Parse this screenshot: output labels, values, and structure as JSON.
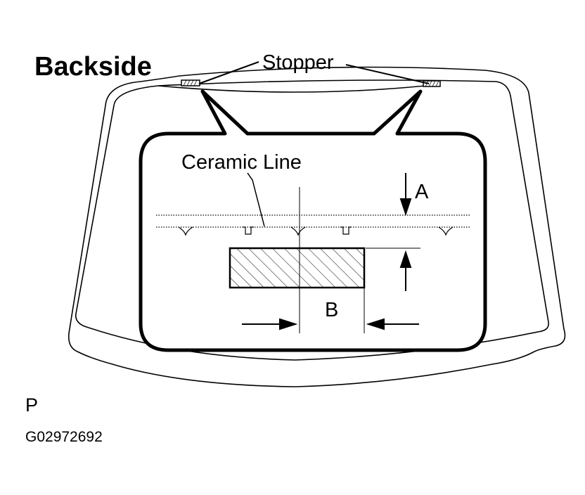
{
  "title": "Backside",
  "labels": {
    "stopper": "Stopper",
    "ceramic_line": "Ceramic Line",
    "dimension_a": "A",
    "dimension_b": "B",
    "view_letter": "P",
    "figure_code": "G02972692"
  },
  "colors": {
    "line": "#000000",
    "background": "#ffffff"
  }
}
